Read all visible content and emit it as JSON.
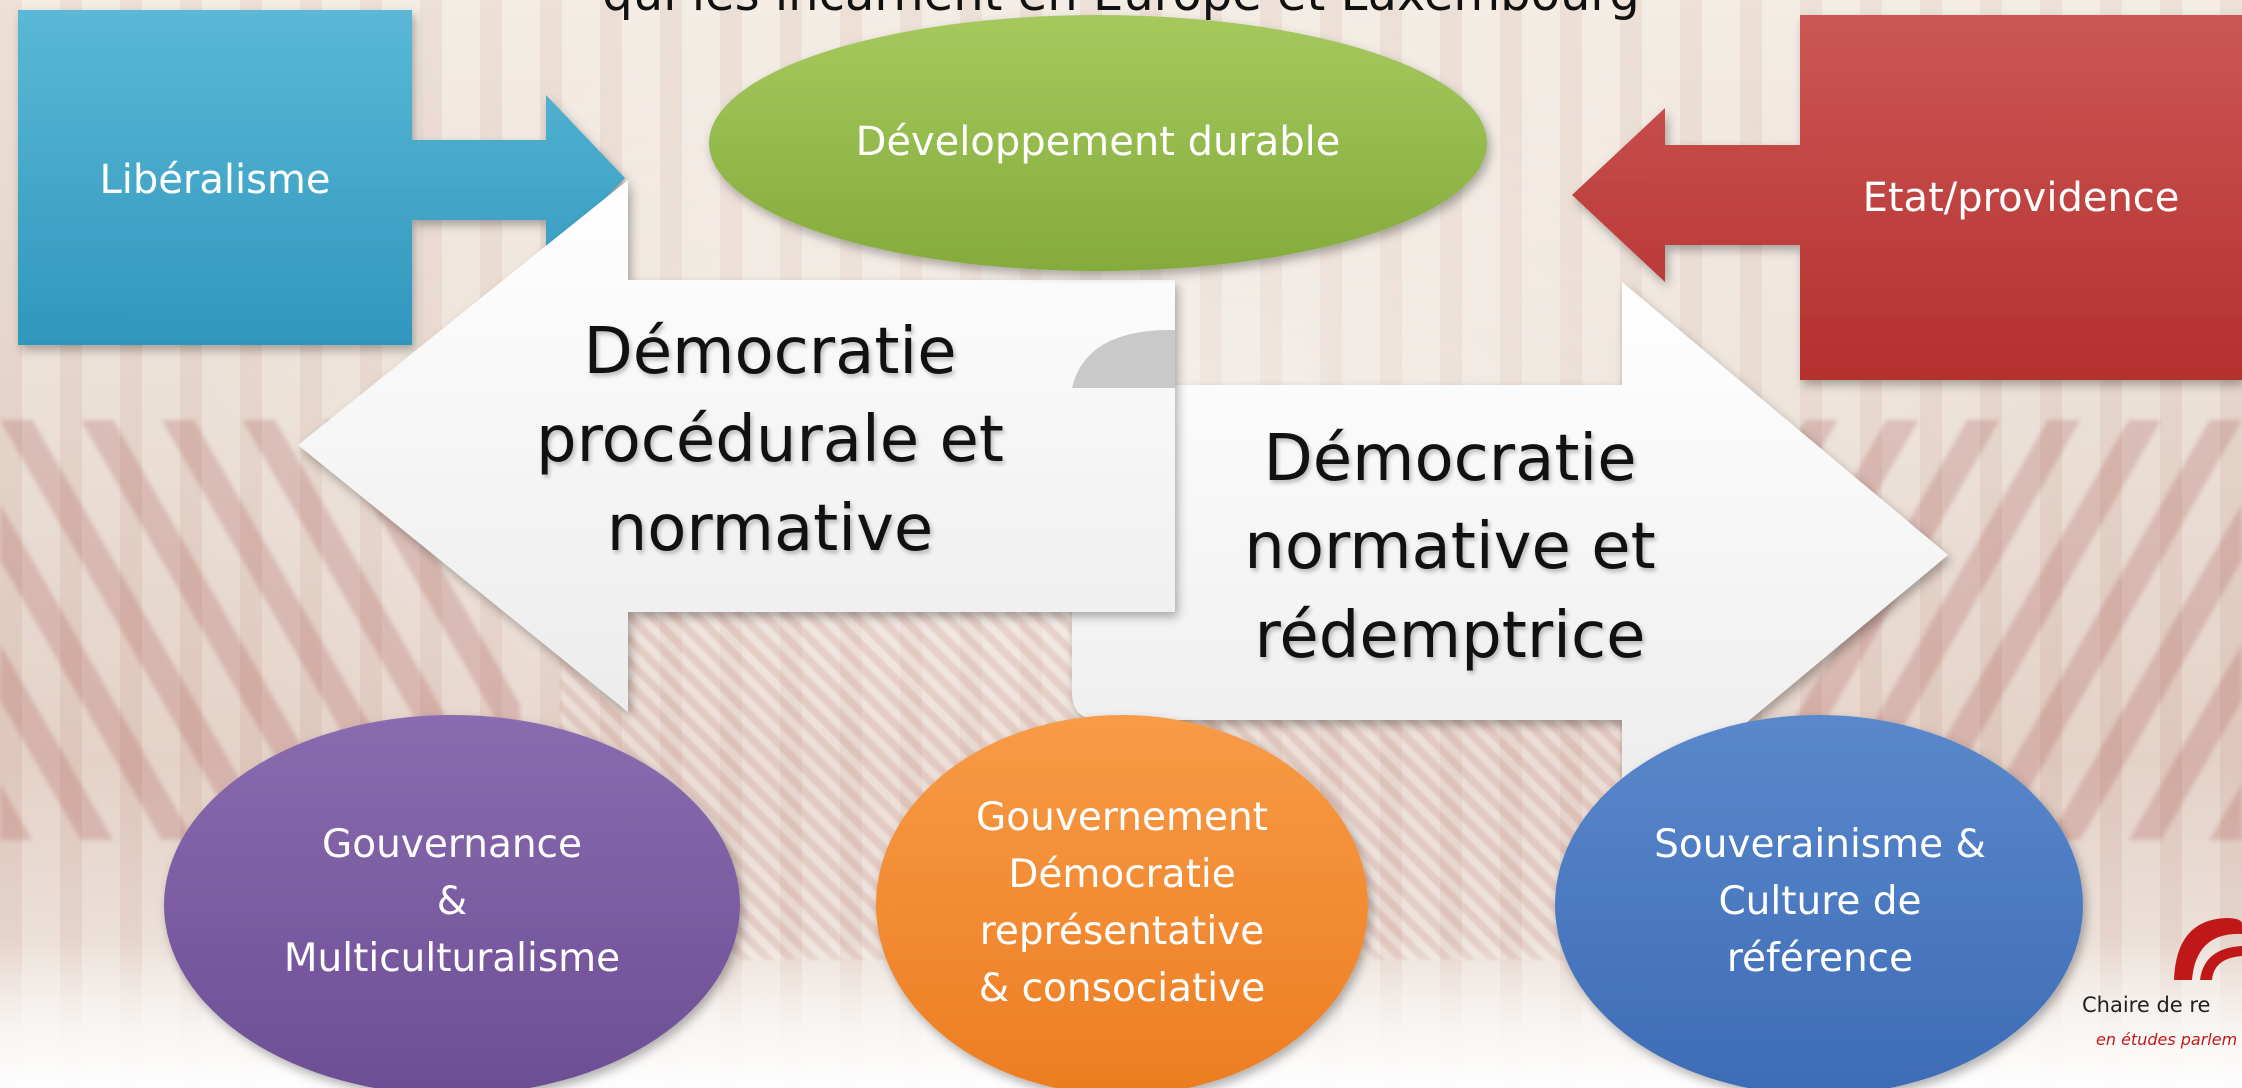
{
  "title": "qui les incarnent en Europe et Luxembourg",
  "nodes": {
    "liberalisme": "Libéralisme",
    "developpement_durable": "Développement durable",
    "etat_providence": "Etat/providence",
    "democratie_procedurale": [
      "Démocratie",
      "procédurale et",
      "normative"
    ],
    "democratie_redemptrice": [
      "Démocratie",
      "normative et",
      "rédemptrice"
    ],
    "gouvernance": [
      "Gouvernance",
      "&",
      "Multiculturalisme"
    ],
    "gouvernement": [
      "Gouvernement",
      "Démocratie",
      "représentative",
      "& consociative"
    ],
    "souverainisme": [
      "Souverainisme &",
      "Culture de",
      "référence"
    ]
  },
  "logo": {
    "name": "Chaire de re",
    "sub": "en études parlem"
  },
  "colors": {
    "blue_box": "#46a9c9",
    "green_ellipse": "#95bb4d",
    "red_box": "#c1403e",
    "purple_ellipse": "#7d5ca3",
    "orange_ellipse": "#f58d33",
    "blue_ellipse": "#4c7bc2",
    "logo_red": "#c01818"
  }
}
